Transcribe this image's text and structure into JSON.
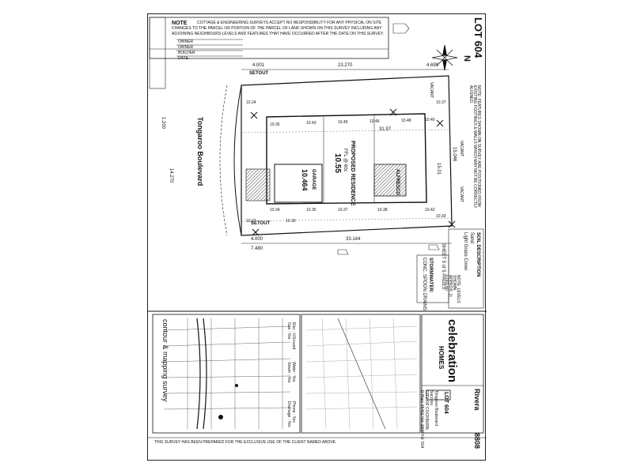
{
  "sheet": {
    "lot_title": "LOT 604",
    "north_label": "N",
    "note_header": "NOTE",
    "note_text_1": "COTTAGE & ENGINEERING SURVEYS ACCEPT NO RESPONSIBILITY FOR ANY PHYSICAL ON SITE",
    "note_text_2": "CHANGES TO THE PARCEL OR PORTION OF THE PARCEL OF LAND SHOWN ON THIS SURVEY INCLUDING ANY",
    "note_text_3": "ADJOINING NEIGHBOURS LEVELS AND FEATURES THAT HAVE OCCURRED AFTER THE DATE ON THIS SURVEY.",
    "owner_fields": [
      "OWNER",
      "OWNER",
      "BUILDER",
      "DATE"
    ],
    "soil_title": "SOIL DESCRIPTION",
    "soil_value_1": "Sand",
    "soil_value_2": "Light Grass Cover",
    "stormwater_title": "STORMWATER:",
    "stormwater_value": "CONC. SPOON DRAINS",
    "sheet_number": "SHEET 5 of 5 PAGES",
    "dims_top": [
      "4.001",
      "23.270",
      "4.699"
    ],
    "dims_bottom": [
      "4.000",
      "33.144",
      "7.480"
    ],
    "setout_labels": [
      "SETOUT",
      "SETOUT"
    ],
    "side_dims": [
      "31.97",
      "15.046",
      "15.01",
      "14.270",
      "1.200"
    ],
    "road_name": "Tongaroo Boulevard",
    "residence_label": "PROPOSED RESIDENCE",
    "ffl_label": "FFL @ 60c",
    "ffl_value": "10.55",
    "garage_label": "GARAGE",
    "garage_value": "10.464",
    "alfresco_label": "ALFRESCO",
    "levels": [
      "10.35",
      "10.43",
      "10.45",
      "10.46",
      "10.48",
      "10.40",
      "10.34",
      "10.35",
      "10.37",
      "10.38",
      "10.42",
      "10.27",
      "10.30",
      "10.24",
      "10.37",
      "10.33"
    ],
    "vacant_labels": [
      "VACANT",
      "VACANT",
      "VACANT"
    ],
    "note_right": "NOTE: FEATURES SHOWN ON SURVEY ARE POSITIONED FROM EXISTING FOOTINGS & WALLS WHICH MAY NOT BE CORRECTLY ALIGNED",
    "note_small": "NOTE: LEVELS SHOWN APPROX. (± 0.001 m)",
    "contour_title": "contour & mapping survey",
    "brand_name": "celebration",
    "brand_sub": "HOMES",
    "client_label": "Rivera",
    "lot_box": "LOT 604",
    "job_number": "8808",
    "address_line": "Tongaroo Boulevard",
    "suburb_line": "Success",
    "council_line": "CITY OF COCKBURN",
    "plan_line": "D Plan: 45461  Vol: 2906  Fol: 504",
    "info_rows": [
      "Elec : UGround",
      "Gas : Yes",
      "Water : Yes",
      "Sewer : Yes",
      "Phone : Yes",
      "Drainage : Yes"
    ],
    "footer_text": "THIS SURVEY HAS BEEN PREPARED FOR THE EXCLUSIVE USE OF THE CLIENT NAMED ABOVE"
  },
  "colors": {
    "ink": "#111111",
    "hatch": "#444444",
    "map_grey": "#9a9a9a"
  }
}
